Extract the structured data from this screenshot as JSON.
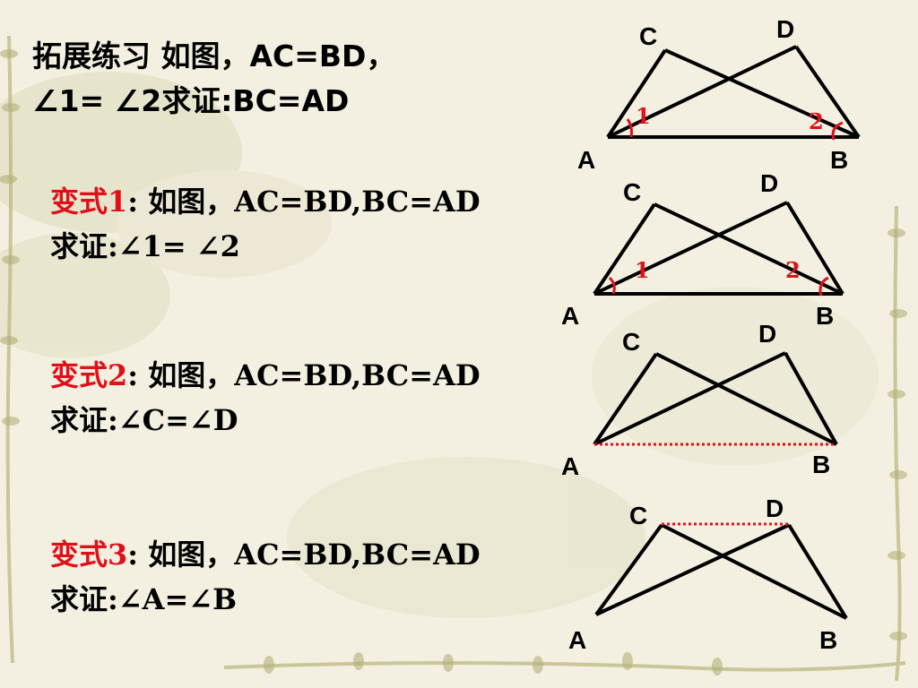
{
  "intro": {
    "line1": "拓展练习  如图，AC=BD，",
    "line2": "∠1= ∠2求证:BC=AD"
  },
  "problems": [
    {
      "title": "变式1",
      "colon": ":",
      "given": "  如图，AC=BD,BC=AD",
      "prove": "求证:∠1= ∠2"
    },
    {
      "title": "变式2",
      "colon": ":",
      "given": "  如图，AC=BD,BC=AD",
      "prove": "求证:∠C=∠D"
    },
    {
      "title": "变式3",
      "colon": ":",
      "given": "  如图，AC=BD,BC=AD",
      "prove": "求证:∠A=∠B"
    }
  ],
  "figures": [
    {
      "C": "C",
      "D": "D",
      "A": "A",
      "B": "B",
      "angle1": "1",
      "angle2": "2"
    },
    {
      "C": "C",
      "D": "D",
      "A": "A",
      "B": "B",
      "angle1": "1",
      "angle2": "2"
    },
    {
      "C": "C",
      "D": "D",
      "A": "A",
      "B": "B"
    },
    {
      "C": "C",
      "D": "D",
      "A": "A",
      "B": "B"
    }
  ],
  "colors": {
    "accent": "#e0101a",
    "line": "#000000",
    "background": "#f3f0e1"
  }
}
